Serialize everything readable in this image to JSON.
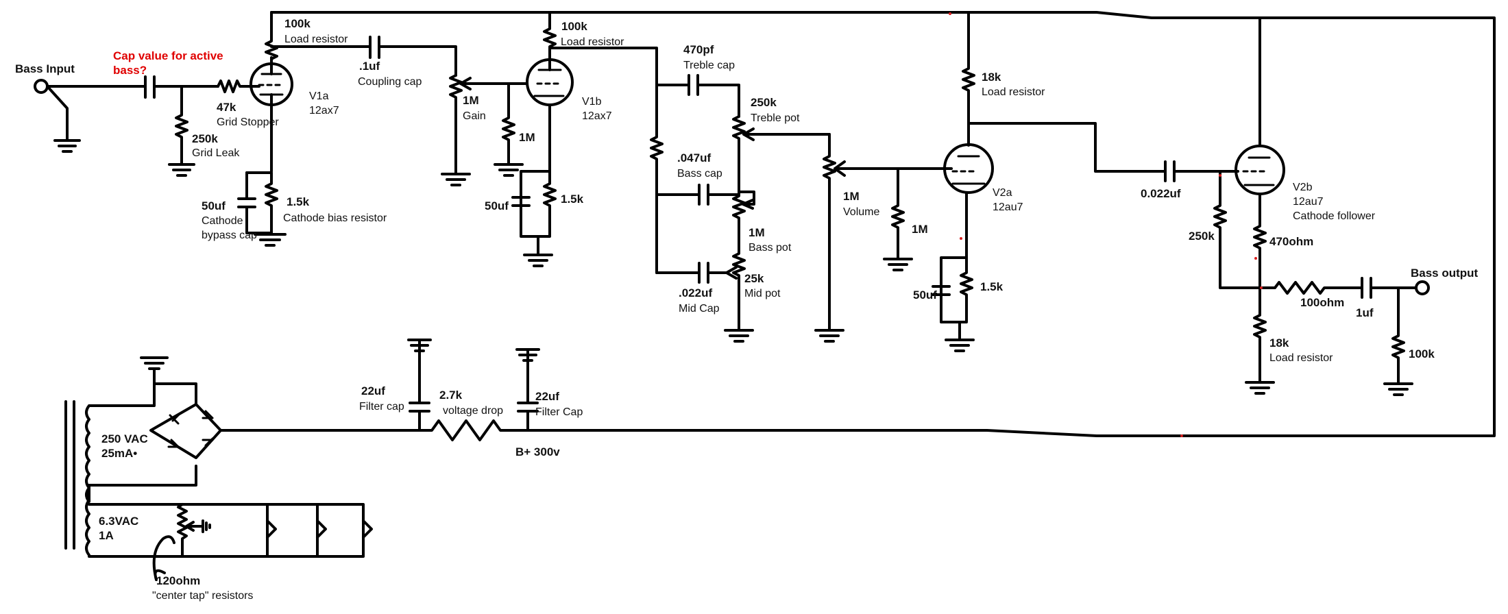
{
  "input": {
    "title": "Bass Input",
    "question_line1": "Cap value for active",
    "question_line2": "bass?"
  },
  "stage1": {
    "grid_stopper_value": "47k",
    "grid_stopper_desc": "Grid Stopper",
    "grid_leak_value": "250k",
    "grid_leak_desc": "Grid Leak",
    "load_value": "100k",
    "load_desc": "Load resistor",
    "tube_name": "V1a",
    "tube_type": "12ax7",
    "cathode_res_value": "1.5k",
    "cathode_res_desc": "Cathode bias resistor",
    "cathode_cap_value": "50uf",
    "cathode_cap_desc_line1": "Cathode",
    "cathode_cap_desc_line2": "bypass cap",
    "coupling_value": ".1uf",
    "coupling_desc": "Coupling cap"
  },
  "gain_pot": {
    "value": "1M",
    "desc": "Gain",
    "res_value": "1M"
  },
  "stage2": {
    "load_value": "100k",
    "load_desc": "Load resistor",
    "tube_name": "V1b",
    "tube_type": "12ax7",
    "cathode_cap_value": "50uf",
    "cathode_res_value": "1.5k"
  },
  "tone_stack": {
    "treble_cap_value": "470pf",
    "treble_cap_desc": "Treble cap",
    "treble_pot_value": "250k",
    "treble_pot_desc": "Treble pot",
    "bass_cap_value": ".047uf",
    "bass_cap_desc": "Bass cap",
    "bass_pot_value": "1M",
    "bass_pot_desc": "Bass pot",
    "mid_cap_value": ".022uf",
    "mid_cap_desc": "Mid Cap",
    "mid_pot_value": "25k",
    "mid_pot_desc": "Mid pot"
  },
  "volume": {
    "value": "1M",
    "desc": "Volume"
  },
  "stage3": {
    "load_value": "18k",
    "load_desc": "Load resistor",
    "grid_res_value": "1M",
    "tube_name": "V2a",
    "tube_type": "12au7",
    "cathode_cap_value": "50uf",
    "cathode_res_value": "1.5k",
    "coupling_value": "0.022uf"
  },
  "stage4": {
    "grid_res_value": "250k",
    "tube_name": "V2b",
    "tube_type": "12au7",
    "tube_desc": "Cathode follower",
    "cathode_res_value": "470ohm",
    "series_res_value": "100ohm",
    "load_value": "18k",
    "load_desc": "Load resistor",
    "out_cap_value": "1uf",
    "out_res_value": "100k",
    "output_title": "Bass output"
  },
  "power": {
    "secondary_line1": "250 VAC",
    "secondary_line2": "25mA•",
    "filter1_value": "22uf",
    "filter1_desc": "Filter cap",
    "drop_value": "2.7k",
    "drop_desc": "voltage drop",
    "filter2_value": "22uf",
    "filter2_desc": "Filter Cap",
    "bplus": "B+ 300v",
    "heater_line1": "6.3VAC",
    "heater_line2": "1A",
    "ct_value": "120ohm",
    "ct_desc": "\"center tap\" resistors"
  }
}
